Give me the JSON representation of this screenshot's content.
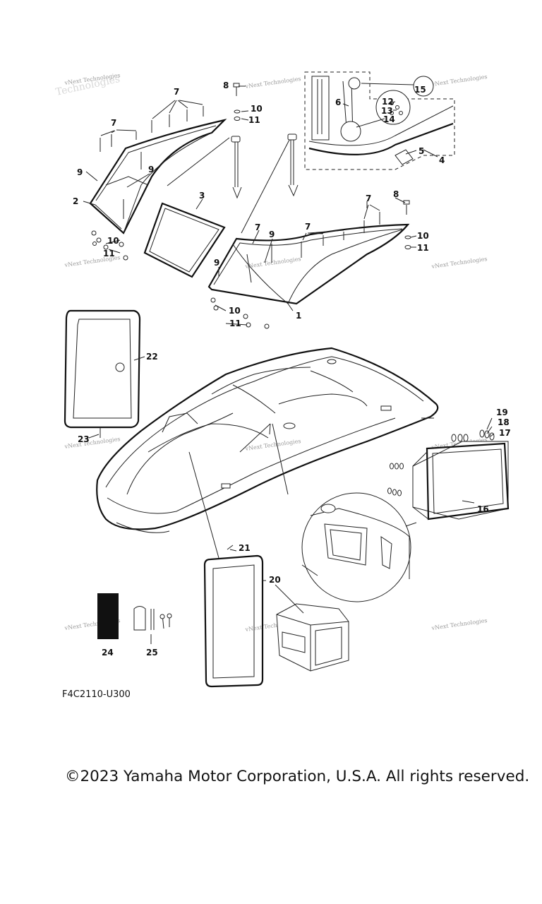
{
  "diagram": {
    "code": "F4C2110-U300",
    "copyright": "©2023 Yamaha Motor Corporation, U.S.A. All rights reserved.",
    "watermark": "vNext Technologies",
    "callouts": {
      "c1": "1",
      "c2": "2",
      "c3": "3",
      "c4": "4",
      "c5": "5",
      "c6": "6",
      "c7a": "7",
      "c7b": "7",
      "c7c": "7",
      "c7d": "7",
      "c7e": "7",
      "c8a": "8",
      "c8b": "8",
      "c9a": "9",
      "c9b": "9",
      "c9c": "9",
      "c9d": "9",
      "c10a": "10",
      "c10b": "10",
      "c10c": "10",
      "c10d": "10",
      "c11a": "11",
      "c11b": "11",
      "c11c": "11",
      "c11d": "11",
      "c12": "12",
      "c13": "13",
      "c14": "14",
      "c15": "15",
      "c16": "16",
      "c17": "17",
      "c18": "18",
      "c19": "19",
      "c20": "20",
      "c21": "21",
      "c22": "22",
      "c23": "23",
      "c24": "24",
      "c25": "25"
    }
  }
}
